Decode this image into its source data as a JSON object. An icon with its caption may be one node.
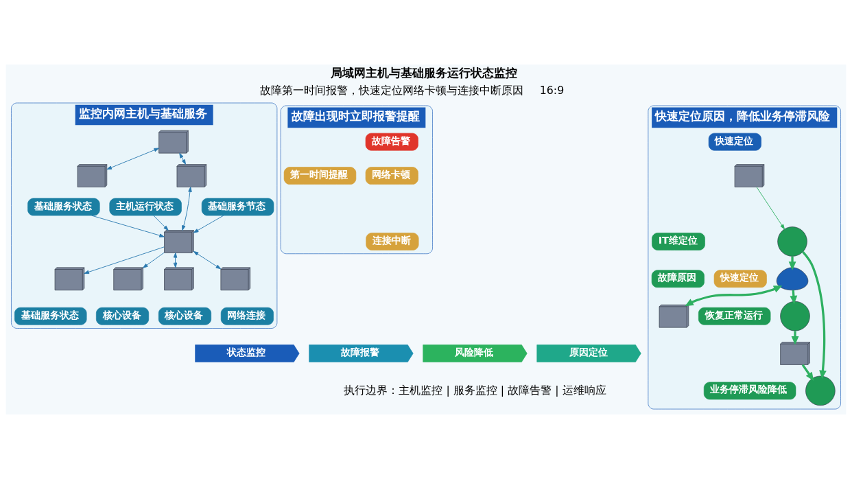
{
  "diagram": {
    "title": "局域网主机与基础服务运行状态监控",
    "nodes": [
      {
        "text": [
          "监控内网主机与基础服务"
        ]
      },
      {
        "text": [],
        "shape": "picture",
        "in": 0
      },
      {
        "text": [],
        "shape": "picture",
        "in": 0
      },
      {
        "text": [
          "主机运行状态"
        ],
        "in": 0
      },
      {
        "text": [
          "基础服务状态"
        ],
        "in": 0
      },
      {
        "text": [],
        "shape": "picture",
        "in": 0
      },
      {
        "text": [],
        "shape": "picture",
        "in": 0
      },
      {
        "text": [],
        "shape": "picture",
        "in": 0
      },
      {
        "text": [
          "基础服务节态"
        ],
        "in": 0
      },
      {
        "text": [
          "基础服务状态"
        ],
        "in": 0
      },
      {
        "text": [],
        "shape": "picture",
        "in": 0
      },
      {
        "text": [],
        "shape": "picture",
        "in": 0
      },
      {
        "text": [],
        "shape": "picture",
        "in": 0
      },
      {
        "text": [
          "核心设备"
        ],
        "in": 0
      },
      {
        "text": [
          "核心设备"
        ],
        "in": 0
      },
      {
        "text": [
          "网络连接"
        ],
        "in": 0
      },
      {
        "text": [
          "故障出现时立即报警提醒"
        ]
      },
      {
        "text": [
          "故障告警"
        ],
        "in": 16
      },
      {
        "text": [
          "第一时间提醒"
        ],
        "in": 16
      },
      {
        "text": [
          "网络卡顿"
        ],
        "in": 16
      },
      {
        "text": [
          "连接中断"
        ],
        "in": 16
      },
      {
        "text": [
          "快速定位原因，降低业务停滞风险"
        ]
      },
      {
        "text": [
          "快速定位"
        ],
        "in": 21
      },
      {
        "text": [],
        "shape": "picture",
        "in": 21
      },
      {
        "text": [
          "快速定位"
        ],
        "in": 21
      },
      {
        "text": [
          "IT维定位"
        ],
        "in": 21
      },
      {
        "text": [
          "故障原因"
        ],
        "in": 21
      },
      {
        "text": [],
        "shape": "circle",
        "in": 21
      },
      {
        "text": [],
        "shape": "circle",
        "in": 21
      },
      {
        "text": [],
        "shape": "picture",
        "in": 21
      },
      {
        "text": [],
        "shape": "picture",
        "in": 21
      },
      {
        "text": [],
        "shape": "person",
        "in": 21
      },
      {
        "text": [],
        "shape": "circle",
        "in": 21
      },
      {
        "text": [
          "业务停滞风险降低"
        ],
        "in": 21
      },
      {
        "text": [
          "恢复正常运行"
        ],
        "in": 21
      },
      {
        "text": [
          "状态监控"
        ]
      },
      {
        "text": [
          "故障报警"
        ]
      },
      {
        "text": [
          "原因定位"
        ]
      },
      {
        "text": [
          "风险降低"
        ]
      }
    ],
    "edges": [
      {
        "from": 1,
        "to": 2,
        "arrow": "both"
      },
      {
        "from": 1,
        "to": 5,
        "arrow": "both"
      },
      {
        "from": 3,
        "to": 6,
        "arrow": "to"
      },
      {
        "from": 4,
        "to": 6,
        "arrow": "to"
      },
      {
        "from": 5,
        "to": 6,
        "arrow": "both"
      },
      {
        "from": 8,
        "to": 6,
        "arrow": "to"
      },
      {
        "from": 6,
        "to": 7,
        "arrow": "to"
      },
      {
        "from": 6,
        "to": 10,
        "arrow": "to"
      },
      {
        "from": 6,
        "to": 11,
        "arrow": "both"
      },
      {
        "from": 6,
        "to": 12,
        "arrow": "both"
      },
      {
        "from": 23,
        "to": 27,
        "arrow": "to",
        "color": "#2eb061"
      },
      {
        "from": 27,
        "to": 28,
        "arrow": "to",
        "style": "thick",
        "color": "#2eb061"
      },
      {
        "from": 30,
        "to": 28,
        "arrow": "to",
        "style": "thick",
        "color": "#2eb061"
      },
      {
        "from": 27,
        "to": 31,
        "arrow": "to",
        "style": "thick",
        "color": "#2eb061"
      },
      {
        "from": 31,
        "to": 32,
        "arrow": "to",
        "style": "thick",
        "color": "#2eb061"
      },
      {
        "from": 32,
        "to": 30,
        "arrow": "to",
        "style": "thick",
        "color": "#2eb061"
      },
      {
        "from": 31,
        "to": 29,
        "arrow": "both",
        "style": "thick",
        "color": "#2eb061"
      }
    ],
    "labels": [
      "故障第一时间报警，快速定位网络卡顿与连接中断原因",
      "16:9",
      "执行边界：主机监控 | 服务监控 | 故障告警 | 运维响应"
    ]
  }
}
